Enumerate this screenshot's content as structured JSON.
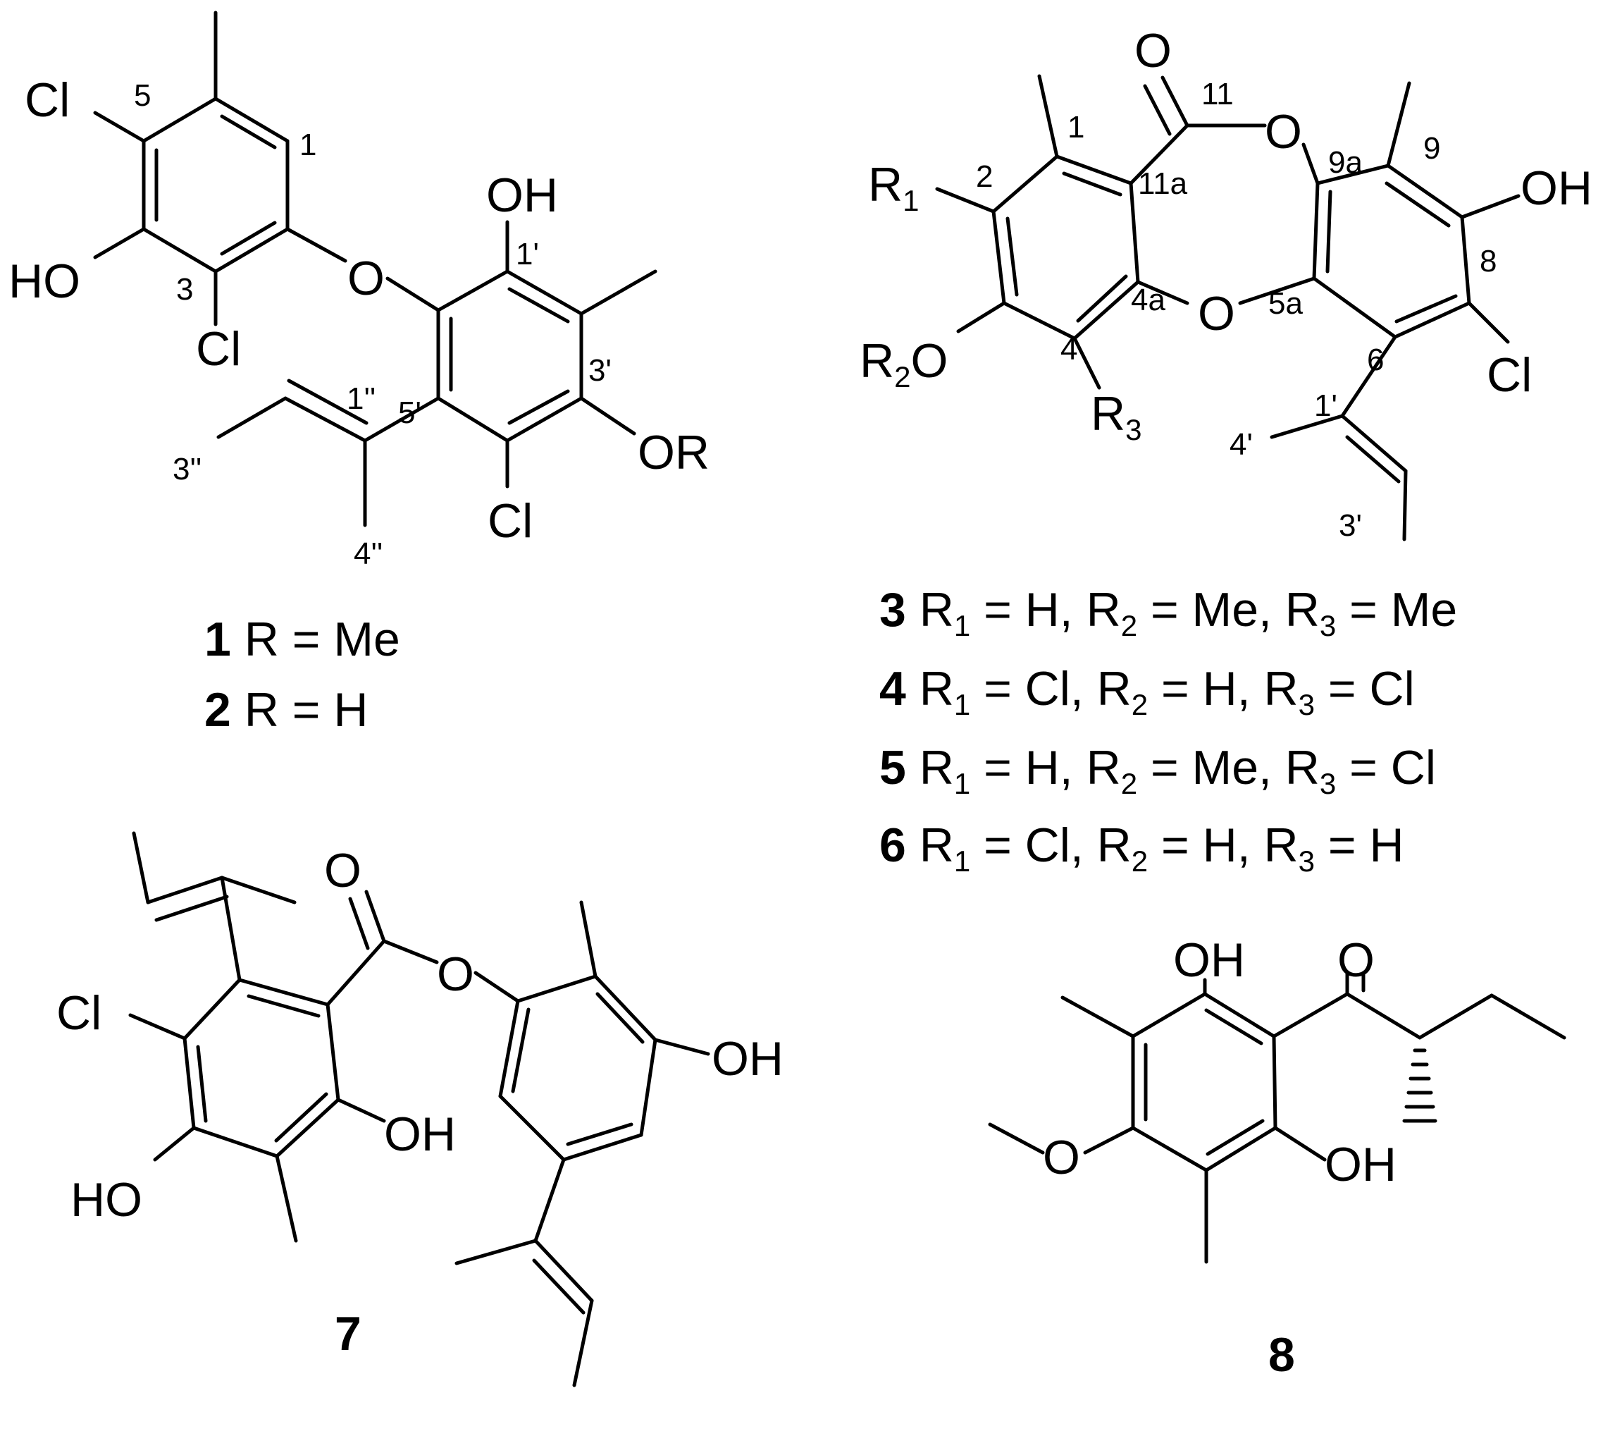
{
  "figure": {
    "compound1": {
      "atoms": {
        "cl_top": "Cl",
        "ho_left": "HO",
        "cl_mid": "Cl",
        "o_ether": "O",
        "oh_top": "OH",
        "or_group": "OR",
        "cl_bottom": "Cl"
      },
      "numbers": {
        "n5": "5",
        "n1": "1",
        "n3": "3",
        "n1p": "1'",
        "n3p": "3'",
        "n5p": "5'",
        "n1pp": "1''",
        "n3pp": "3''",
        "n4pp": "4''"
      }
    },
    "compound3": {
      "atoms": {
        "o_carbonyl": "O",
        "o_ring": "O",
        "r1": "R",
        "r1_sub": "1",
        "oh": "OH",
        "r2o_r": "R",
        "r2o_sub": "2",
        "r2o_o": "O",
        "o_bridge": "O",
        "r3": "R",
        "r3_sub": "3",
        "cl": "Cl"
      },
      "numbers": {
        "n11": "11",
        "n1": "1",
        "n9a": "9a",
        "n9": "9",
        "n2": "2",
        "n11a": "11a",
        "n8": "8",
        "n4a": "4a",
        "n5a": "5a",
        "n4": "4",
        "n6": "6",
        "n1p": "1'",
        "n4p": "4'",
        "n3p": "3'"
      }
    },
    "compound7": {
      "atoms": {
        "o_carbonyl": "O",
        "o_ester": "O",
        "cl": "Cl",
        "oh_right": "OH",
        "oh_mid": "OH",
        "ho_left": "HO"
      }
    },
    "compound8": {
      "atoms": {
        "oh_top": "OH",
        "o_ketone": "O",
        "o_methoxy": "O",
        "oh_bottom": "OH"
      }
    },
    "captions": {
      "c1": {
        "num": "1",
        "text": " R = Me"
      },
      "c2": {
        "num": "2",
        "text": " R = H"
      },
      "c3": {
        "num": "3",
        "p1": " R",
        "s1": "1",
        "p2": " = H, R",
        "s2": "2",
        "p3": " = Me, R",
        "s3": "3",
        "p4": " = Me"
      },
      "c4": {
        "num": "4",
        "p1": " R",
        "s1": "1",
        "p2": " = Cl, R",
        "s2": "2",
        "p3": " = H, R",
        "s3": "3",
        "p4": " = Cl"
      },
      "c5": {
        "num": "5",
        "p1": " R",
        "s1": "1",
        "p2": " = H, R",
        "s2": "2",
        "p3": " = Me, R",
        "s3": "3",
        "p4": " = Cl"
      },
      "c6": {
        "num": "6",
        "p1": " R",
        "s1": "1",
        "p2": " = Cl, R",
        "s2": "2",
        "p3": " = H, R",
        "s3": "3",
        "p4": " = H"
      },
      "c7": {
        "num": "7"
      },
      "c8": {
        "num": "8"
      }
    }
  }
}
